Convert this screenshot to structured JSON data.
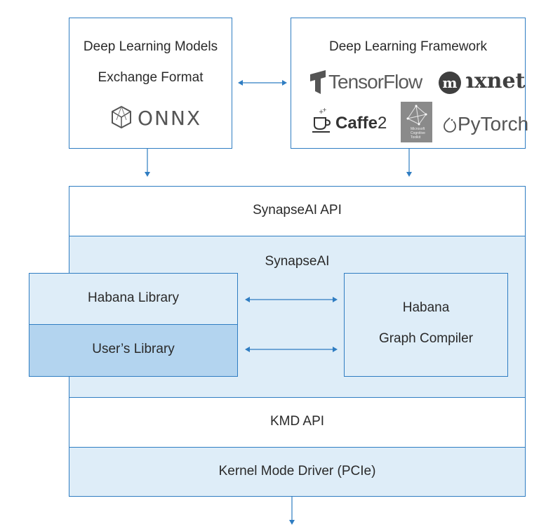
{
  "exchange": {
    "title_line1": "Deep Learning Models",
    "title_line2": "Exchange Format",
    "onnx": "ONNX"
  },
  "framework": {
    "title": "Deep Learning Framework",
    "tensorflow": "TensorFlow",
    "mxnet": "mxnet",
    "caffe2_a": "Caffe",
    "caffe2_b": "2",
    "cntk_line1": "Microsoft",
    "cntk_line2": "Cognitive",
    "cntk_line3": "Toolkit",
    "pytorch": "PyTorch"
  },
  "stack": {
    "synapse_api": "SynapseAI API",
    "synapse_ai": "SynapseAI",
    "habana_library": "Habana Library",
    "users_library": "User’s Library",
    "compiler_line1": "Habana",
    "compiler_line2": "Graph Compiler",
    "kmd_api": "KMD API",
    "kernel_driver": "Kernel Mode Driver (PCIe)"
  },
  "colors": {
    "border": "#2f7dc2",
    "light_fill": "#deedf8",
    "mid_fill": "#b3d4ef",
    "arrow": "#2f7dc2"
  },
  "icons": [
    "onnx-icon",
    "tensorflow-icon",
    "caffe2-icon",
    "cntk-icon",
    "pytorch-icon"
  ]
}
